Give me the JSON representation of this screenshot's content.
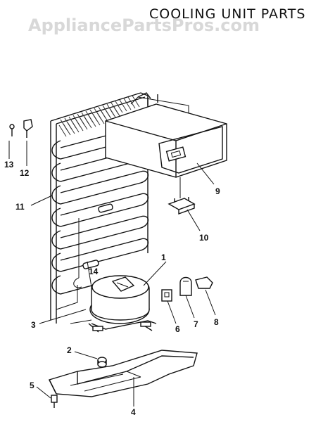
{
  "title": "COOLING UNIT PARTS",
  "watermark": "AppliancePartsPros.com",
  "callouts": [
    "1",
    "2",
    "3",
    "4",
    "5",
    "6",
    "7",
    "8",
    "9",
    "10",
    "11",
    "12",
    "13",
    "14"
  ]
}
